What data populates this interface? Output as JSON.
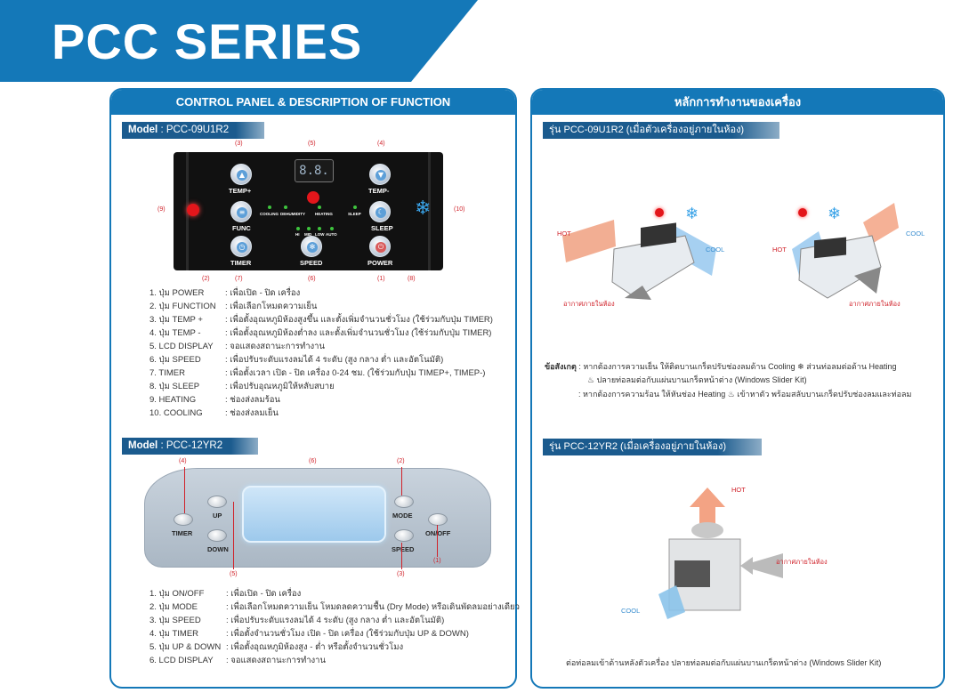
{
  "banner": {
    "title": "PCC SERIES",
    "color": "#1478b8"
  },
  "left_panel": {
    "heading": "CONTROL PANEL & DESCRIPTION OF FUNCTION",
    "model1": {
      "label": "Model",
      "name": ": PCC-09U1R2"
    },
    "cp1": {
      "lcd": "8.8.",
      "temp_plus": "TEMP+",
      "temp_minus": "TEMP-",
      "func": "FUNC",
      "sleep": "SLEEP",
      "timer": "TIMER",
      "speed": "SPEED",
      "power": "POWER",
      "mode_cooling": "COOLING",
      "mode_dehumidity": "DEHUMIDITY",
      "mode_heating": "HEATING",
      "mode_sleep": "SLEEP",
      "fan_hi": "HI",
      "fan_mid": "MID",
      "fan_low": "LOW",
      "fan_auto": "AUTO",
      "callouts": [
        "(3)",
        "(5)",
        "(4)",
        "(9)",
        "(10)",
        "(2)",
        "(7)",
        "(6)",
        "(1)",
        "(8)"
      ]
    },
    "desc1": [
      {
        "k": "1. ปุ่ม POWER",
        "v": ": เพื่อเปิด - ปิด เครื่อง"
      },
      {
        "k": "2. ปุ่ม FUNCTION",
        "v": ": เพื่อเลือกโหมดความเย็น"
      },
      {
        "k": "3. ปุ่ม TEMP +",
        "v": ": เพื่อตั้งอุณหภูมิห้องสูงขึ้น และตั้งเพิ่มจำนวนชั่วโมง (ใช้ร่วมกับปุ่ม TIMER)"
      },
      {
        "k": "4. ปุ่ม TEMP -",
        "v": ": เพื่อตั้งอุณหภูมิห้องต่ำลง และตั้งเพิ่มจำนวนชั่วโมง (ใช้ร่วมกับปุ่ม TIMER)"
      },
      {
        "k": "5. LCD DISPLAY",
        "v": ": จอแสดงสถานะการทำงาน"
      },
      {
        "k": "6. ปุ่ม SPEED",
        "v": ": เพื่อปรับระดับแรงลมได้ 4 ระดับ (สูง กลาง ต่ำ และอัตโนมัติ)"
      },
      {
        "k": "7. TIMER",
        "v": ": เพื่อตั้งเวลา เปิด - ปิด เครื่อง 0-24 ชม. (ใช้ร่วมกับปุ่ม TIMEP+, TIMEP-)"
      },
      {
        "k": "8. ปุ่ม SLEEP",
        "v": ": เพื่อปรับอุณหภูมิให้หลับสบาย"
      },
      {
        "k": "9. HEATING",
        "v": ": ช่องส่งลมร้อน"
      },
      {
        "k": "10. COOLING",
        "v": ": ช่องส่งลมเย็น"
      }
    ],
    "model2": {
      "label": "Model",
      "name": ": PCC-12YR2"
    },
    "cp2": {
      "timer": "TIMER",
      "up": "UP",
      "down": "DOWN",
      "mode": "MODE",
      "speed": "SPEED",
      "onoff": "ON/OFF",
      "callouts": [
        "(4)",
        "(6)",
        "(2)",
        "(5)",
        "(3)",
        "(1)"
      ]
    },
    "desc2": [
      {
        "k": "1. ปุ่ม ON/OFF",
        "v": ": เพื่อเปิด - ปิด เครื่อง"
      },
      {
        "k": "2. ปุ่ม MODE",
        "v": ": เพื่อเลือกโหมดความเย็น โหมดลดความชื้น (Dry Mode) หรือเดินพัดลมอย่างเดียว"
      },
      {
        "k": "3. ปุ่ม SPEED",
        "v": ": เพื่อปรับระดับแรงลมได้ 4 ระดับ (สูง กลาง ต่ำ และอัตโนมัติ)"
      },
      {
        "k": "4. ปุ่ม TIMER",
        "v": ": เพื่อตั้งจำนวนชั่วโมง เปิด - ปิด เครื่อง (ใช้ร่วมกับปุ่ม UP & DOWN)"
      },
      {
        "k": "5. ปุ่ม UP & DOWN",
        "v": ": เพื่อตั้งอุณหภูมิห้องสูง - ต่ำ หรือตั้งจำนวนชั่วโมง"
      },
      {
        "k": "6. LCD DISPLAY",
        "v": ": จอแสดงสถานะการทำงาน"
      }
    ]
  },
  "right_panel": {
    "heading": "หลักการทำงานของเครื่อง",
    "model1": "รุ่น PCC-09U1R2 (เมื่อตัวเครื่องอยู่ภายในห้อง)",
    "labels": {
      "hot": "HOT",
      "cool": "COOL",
      "indoor_air": "อากาศภายในห้อง"
    },
    "note_title": "ข้อสังเกตุ",
    "note_line1": ": หากต้องการความเย็น ให้ติดบานเกร็ดปรับช่องลมด้าน Cooling ❄ ส่วนท่อลมต่อด้าน Heating",
    "note_line2": "♨ ปลายท่อลมต่อกับแผ่นบานเกร็ดหน้าต่าง (Windows Slider Kit)",
    "note_line3": ": หากต้องการความร้อน ให้หันช่อง Heating ♨ เข้าหาตัว พร้อมสลับบานเกร็ดปรับช่องลมและท่อลม",
    "model2": "รุ่น PCC-12YR2 (เมื่อเครื่องอยู่ภายในห้อง)",
    "caption": "ต่อท่อลมเข้าด้านหลังตัวเครื่อง ปลายท่อลมต่อกับแผ่นบานเกร็ดหน้าต่าง (Windows Slider Kit)"
  }
}
